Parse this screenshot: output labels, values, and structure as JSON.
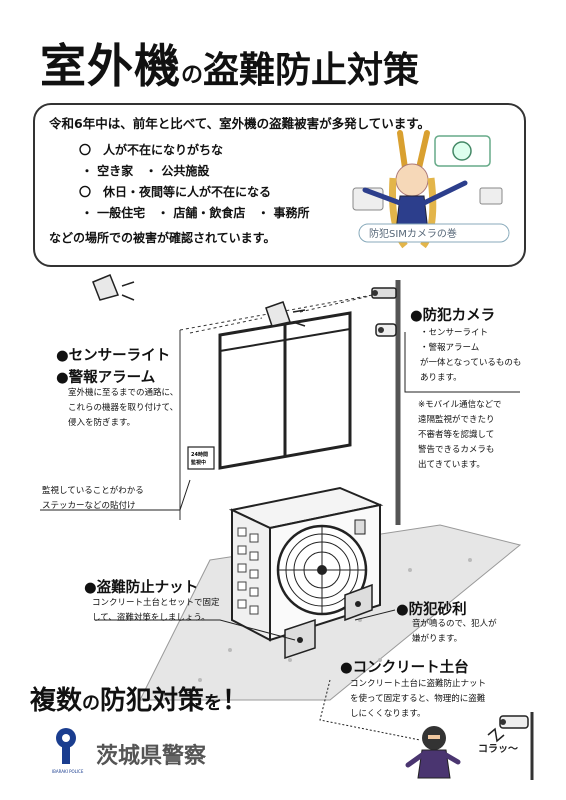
{
  "title": {
    "part1": "室外機",
    "part2": "の",
    "part3": "盗難防止対策"
  },
  "info": {
    "lead": "令和6年中は、前年と比べて、室外機の盗難被害が多発しています。",
    "items": [
      "〇　人が不在になりがちな",
      "・ 空き家　・ 公共施設",
      "〇　休日・夜間等に人が不在になる",
      "・ 一般住宅　・ 店舗・飲食店　・ 事務所"
    ],
    "tail": "などの場所での被害が確認されています。",
    "mascot_caption": "防犯SIMカメラの巻"
  },
  "sensor": {
    "head1": "●センサーライト",
    "head2": "●警報アラーム",
    "desc": [
      "室外機に至るまでの通路に、",
      "これらの機器を取り付けて、",
      "侵入を防ぎます。"
    ]
  },
  "camera": {
    "head": "●防犯カメラ",
    "desc": [
      "・センサーライト",
      "・警報アラーム",
      "が一体となっているものも",
      "あります。"
    ],
    "note": [
      "※モバイル通信などで",
      "遠隔監視ができたり",
      "不審者等を認識して",
      "警告できるカメラも",
      "出てきています。"
    ]
  },
  "sticker": {
    "label": [
      "監視していることがわかる",
      "ステッカーなどの貼付け"
    ],
    "text1": "24時間",
    "text2": "監視中"
  },
  "nut": {
    "head": "●盗難防止ナット",
    "desc": [
      "コンクリート土台とセットで固定",
      "して、盗難対策をしましょう。"
    ]
  },
  "gravel": {
    "head": "●防犯砂利",
    "desc": [
      "音が鳴るので、犯人が",
      "嫌がります。"
    ]
  },
  "base": {
    "head": "●コンクリート土台",
    "desc": [
      "コンクリート土台に盗難防止ナット",
      "を使って固定すると、物理的に盗難",
      "しにくくなります。"
    ]
  },
  "slogan": {
    "a": "複数",
    "b": "の",
    "c": "防犯対策",
    "d": "を",
    "e": "！"
  },
  "police": {
    "name": "茨城県警察",
    "emblem_small": "IBARAKI POLICE"
  },
  "sfx": "コラッ〜",
  "colors": {
    "ink": "#111111",
    "police_blue": "#1a3d8f",
    "gray": "#555555",
    "gravel": "#d9d9d9"
  }
}
